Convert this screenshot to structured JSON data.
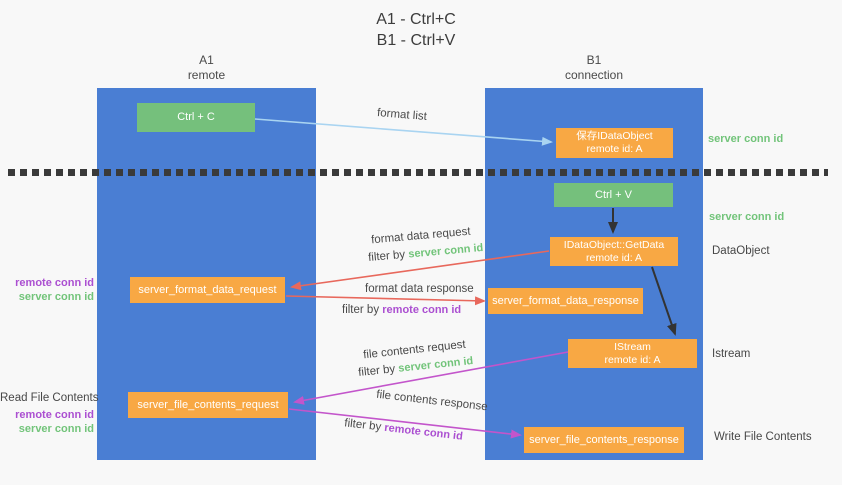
{
  "title": {
    "line1": "A1 - Ctrl+C",
    "line2": "B1 - Ctrl+V"
  },
  "lanes": {
    "left": {
      "name": "A1",
      "sub": "remote"
    },
    "right": {
      "name": "B1",
      "sub": "connection"
    }
  },
  "nodes": {
    "ctrl_c": {
      "label": "Ctrl + C"
    },
    "save_idataobject": {
      "line1": "保存IDataObject",
      "line2": "remote id: A"
    },
    "ctrl_v": {
      "label": "Ctrl + V"
    },
    "getdata": {
      "line1": "IDataObject::GetData",
      "line2": "remote id: A"
    },
    "format_request": {
      "label": "server_format_data_request"
    },
    "format_response": {
      "label": "server_format_data_response"
    },
    "istream": {
      "line1": "IStream",
      "line2": "remote id: A"
    },
    "file_request": {
      "label": "server_file_contents_request"
    },
    "file_response": {
      "label": "server_file_contents_response"
    }
  },
  "edge_labels": {
    "format_list": "format list",
    "format_data_request": "format data request",
    "format_data_response": "format data response",
    "file_contents_request": "file contents request",
    "file_contents_response": "file contents response",
    "filter_by": "filter by "
  },
  "conn_ids": {
    "server": "server conn id",
    "remote": "remote conn id"
  },
  "side_labels": {
    "dataobject": "DataObject",
    "istream": "Istream",
    "read_file_contents": "Read File Contents",
    "write_file_contents": "Write File Contents"
  },
  "colors": {
    "lane_blue": "#4a7ed3",
    "node_green": "#75c07c",
    "node_orange": "#f8a844",
    "arrow_light_blue": "#a9d4f1",
    "arrow_red": "#e8685c",
    "arrow_magenta": "#c355cb",
    "arrow_black": "#333333",
    "label_green": "#72c47a",
    "label_purple": "#ab4fd1",
    "background": "#f8f8f8"
  }
}
